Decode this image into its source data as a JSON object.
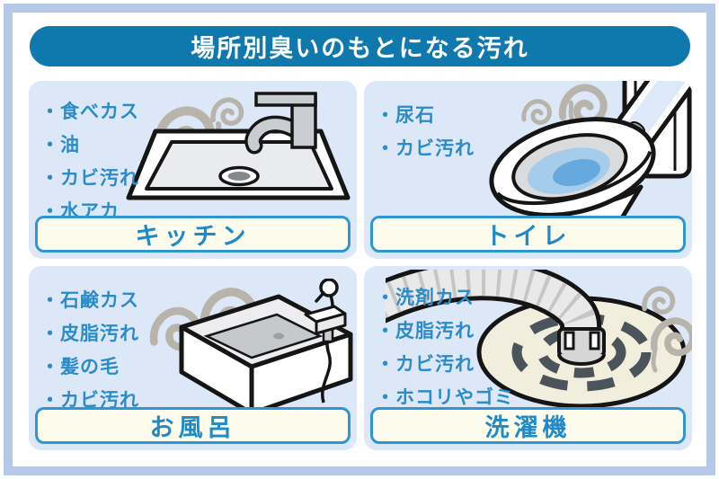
{
  "title": "場所別臭いのもとになる汚れ",
  "ui": {
    "bullet": "・"
  },
  "colors": {
    "frame": "#b6c8e8",
    "title_bg": "#0f78ad",
    "title_text": "#ffffff",
    "panel_bg": "#dce8f7",
    "bullet_text": "#2b8cc9",
    "label_bg": "#fcfbec",
    "label_border": "#2f96d1",
    "label_text": "#1e8bc8",
    "steam": "#b9b4ab",
    "outline": "#151515",
    "toilet_water_outer": "#a6cceb",
    "toilet_water_inner": "#66a9de",
    "drain_plate": "#f2eede",
    "drain_slots": "#4b545a"
  },
  "sections": [
    {
      "id": "kitchen",
      "label": "キッチン",
      "illustration": "kitchen-sink",
      "items": [
        "食べカス",
        "油",
        "カビ汚れ",
        "水アカ"
      ]
    },
    {
      "id": "toilet",
      "label": "トイレ",
      "illustration": "toilet",
      "items": [
        "尿石",
        "カビ汚れ"
      ]
    },
    {
      "id": "bath",
      "label": "お風呂",
      "illustration": "bathtub",
      "items": [
        "石鹸カス",
        "皮脂汚れ",
        "髪の毛",
        "カビ汚れ"
      ]
    },
    {
      "id": "washing-machine",
      "label": "洗濯機",
      "illustration": "drain-hose",
      "items": [
        "洗剤カス",
        "皮脂汚れ",
        "カビ汚れ",
        "ホコリやゴミ"
      ]
    }
  ]
}
